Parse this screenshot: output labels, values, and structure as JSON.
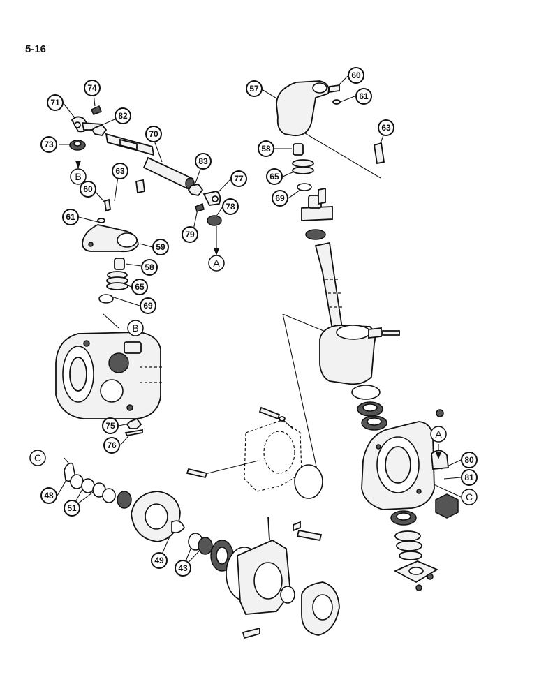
{
  "page": {
    "number": "5-16"
  },
  "callouts": [
    {
      "id": "c71",
      "label": "71"
    },
    {
      "id": "c74",
      "label": "74"
    },
    {
      "id": "c82",
      "label": "82"
    },
    {
      "id": "c73",
      "label": "73"
    },
    {
      "id": "c70",
      "label": "70"
    },
    {
      "id": "c63a",
      "label": "63"
    },
    {
      "id": "c60a",
      "label": "60"
    },
    {
      "id": "c61a",
      "label": "61"
    },
    {
      "id": "c83",
      "label": "83"
    },
    {
      "id": "c77",
      "label": "77"
    },
    {
      "id": "c78",
      "label": "78"
    },
    {
      "id": "c79",
      "label": "79"
    },
    {
      "id": "c59",
      "label": "59"
    },
    {
      "id": "c58a",
      "label": "58"
    },
    {
      "id": "c65a",
      "label": "65"
    },
    {
      "id": "c69a",
      "label": "69"
    },
    {
      "id": "c57",
      "label": "57"
    },
    {
      "id": "c60b",
      "label": "60"
    },
    {
      "id": "c61b",
      "label": "61"
    },
    {
      "id": "c63b",
      "label": "63"
    },
    {
      "id": "c58b",
      "label": "58"
    },
    {
      "id": "c65b",
      "label": "65"
    },
    {
      "id": "c69b",
      "label": "69"
    },
    {
      "id": "c75",
      "label": "75"
    },
    {
      "id": "c76",
      "label": "76"
    },
    {
      "id": "c48",
      "label": "48"
    },
    {
      "id": "c51",
      "label": "51"
    },
    {
      "id": "c49",
      "label": "49"
    },
    {
      "id": "c43",
      "label": "43"
    },
    {
      "id": "c80",
      "label": "80"
    },
    {
      "id": "c81",
      "label": "81"
    }
  ],
  "references": [
    {
      "id": "rB1",
      "label": "B"
    },
    {
      "id": "rA1",
      "label": "A"
    },
    {
      "id": "rB2",
      "label": "B"
    },
    {
      "id": "rA2",
      "label": "A"
    },
    {
      "id": "rC1",
      "label": "C"
    },
    {
      "id": "rC2",
      "label": "C"
    }
  ]
}
